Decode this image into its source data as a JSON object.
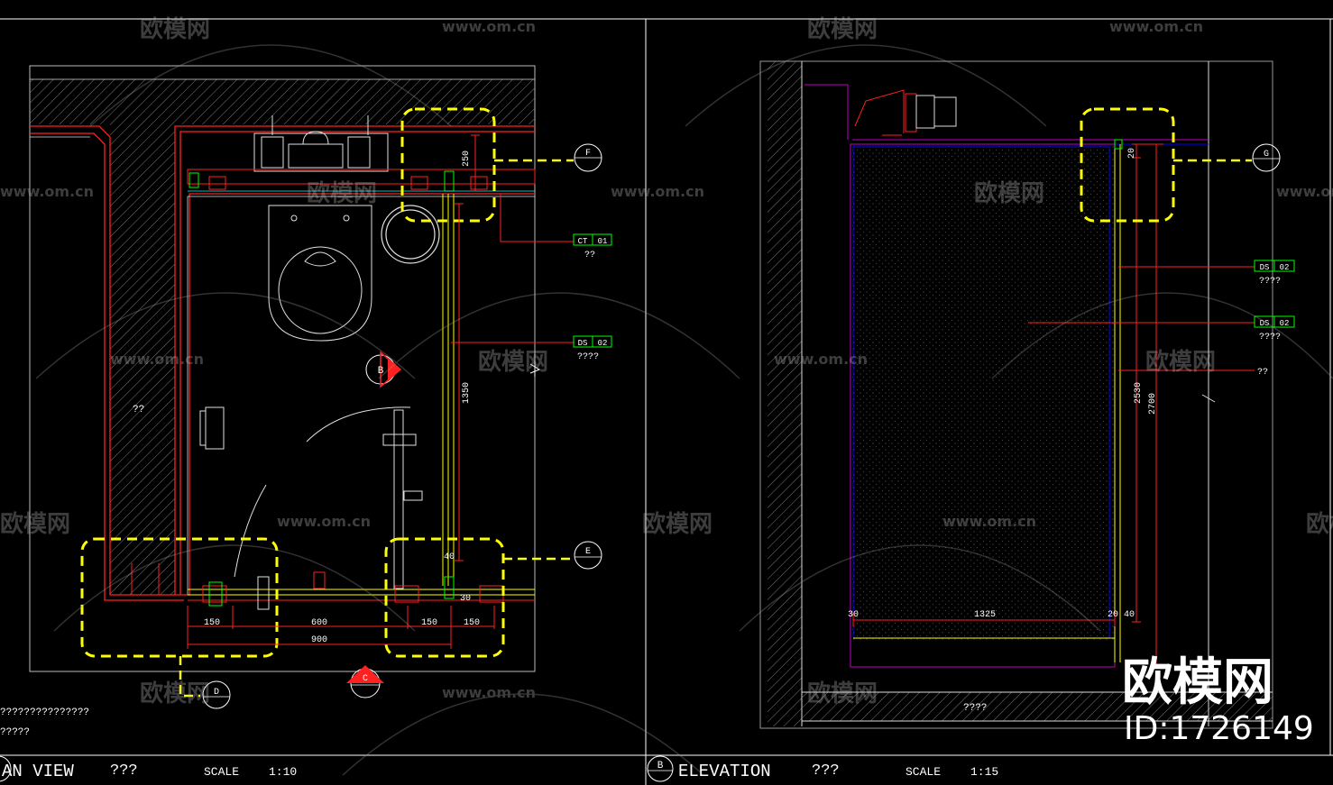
{
  "plan": {
    "header": "",
    "title": "AN  VIEW",
    "title_suffix": "???",
    "scale_label": "SCALE",
    "scale_value": "1:10",
    "notes": [
      "???????????????",
      "?????"
    ],
    "room_label": "??",
    "callouts": {
      "F": "F",
      "E": "E",
      "D": "D",
      "B": "B",
      "C": "C"
    },
    "tag_ct": {
      "code": "CT",
      "num": "01",
      "desc": "??"
    },
    "tag_ds": {
      "code": "DS",
      "num": "02",
      "desc": "????"
    },
    "dims": {
      "d250": "250",
      "d1350": "1350",
      "d40": "40",
      "d30": "30",
      "d150a": "150",
      "d600": "600",
      "d150b": "150",
      "d150c": "150",
      "d900": "900"
    }
  },
  "elevation": {
    "title_marker": "B",
    "title": "ELEVATION",
    "title_suffix": "???",
    "scale_label": "SCALE",
    "scale_value": "1:15",
    "floor_label": "????",
    "callout": "G",
    "tag1": {
      "code": "DS",
      "num": "02",
      "desc": "????"
    },
    "tag2": {
      "code": "DS",
      "num": "02",
      "desc": "????"
    },
    "tag3": {
      "desc": "??"
    },
    "dims": {
      "d20top": "20",
      "d2530": "2530",
      "d2700": "2700",
      "d1325": "1325",
      "d30": "30",
      "d20bot": "20",
      "d40": "40"
    }
  },
  "watermark": {
    "logo_text": "欧模网",
    "url": "www.om.cn",
    "corner_text": "欧模网",
    "id_text": "ID:1726149"
  },
  "colors": {
    "background": "#000000",
    "frame": "#ffffff",
    "wall": "#ff0000",
    "dimension": "#ff2020",
    "highlight": "#ffff00",
    "glass": "#0000ff",
    "purple": "#c000c0",
    "green": "#00ff00",
    "detail": "#e0e0e0"
  }
}
